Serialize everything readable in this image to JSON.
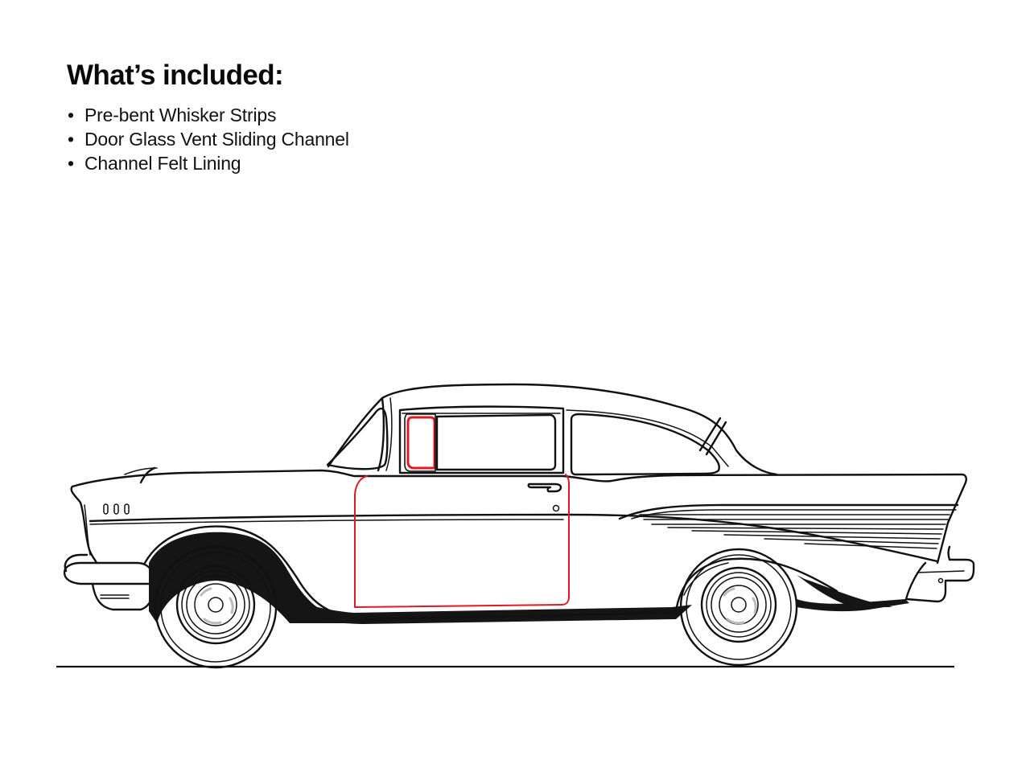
{
  "header": {
    "title": "What’s included:",
    "bullet_glyph": "•",
    "items": [
      {
        "label": "Pre-bent Whisker Strips"
      },
      {
        "label": "Door Glass Vent Sliding Channel"
      },
      {
        "label": "Channel Felt Lining"
      }
    ]
  },
  "illustration": {
    "subject": "classic 2-door hardtop car side profile line drawing",
    "highlight_color": "#e01a22",
    "line_color": "#111111",
    "highlighted_parts": [
      "vent-window-channel",
      "door-perimeter-felt"
    ]
  }
}
